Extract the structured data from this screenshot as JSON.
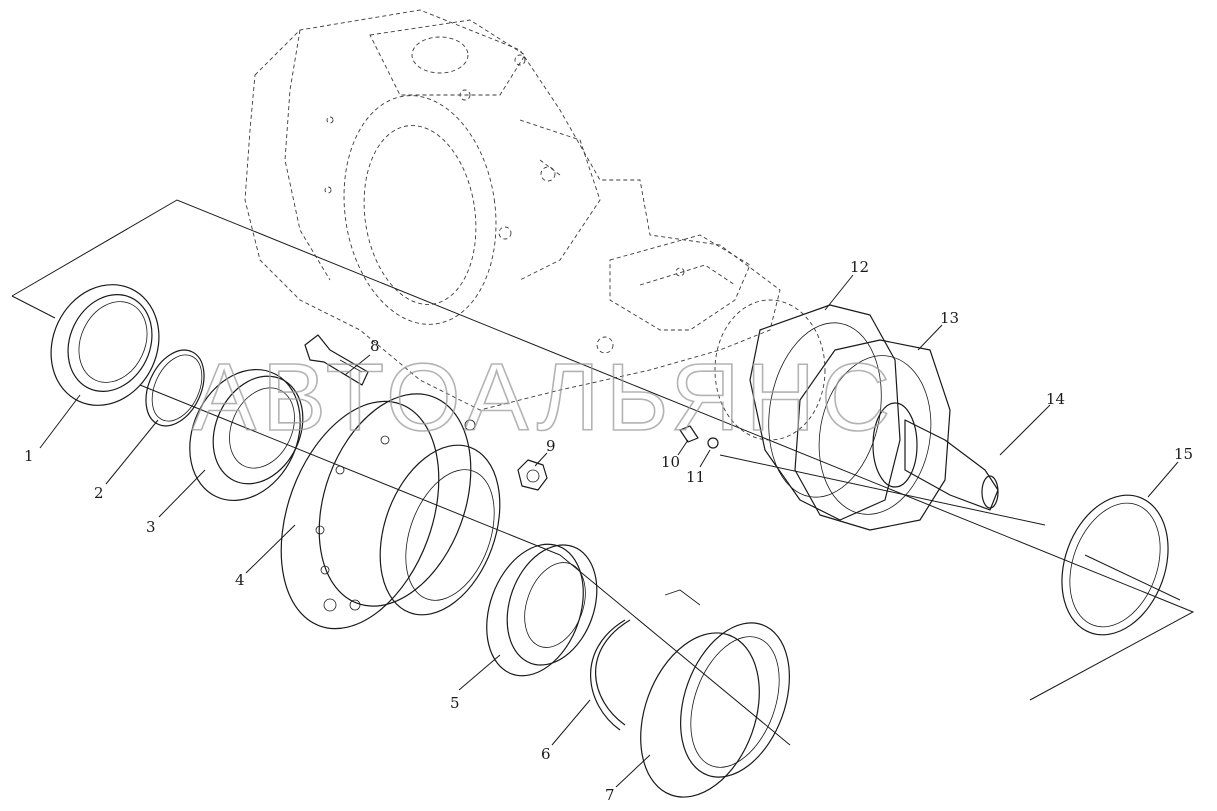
{
  "watermark": "АВТОАЛЬЯНС",
  "labels": [
    "1",
    "2",
    "3",
    "4",
    "5",
    "6",
    "7",
    "8",
    "9",
    "10",
    "11",
    "12",
    "13",
    "14",
    "15"
  ],
  "colors": {
    "line": "#1a1a1a",
    "housing": "#3a3a3a",
    "watermark": "#9a9a9a",
    "background": "#ffffff"
  }
}
